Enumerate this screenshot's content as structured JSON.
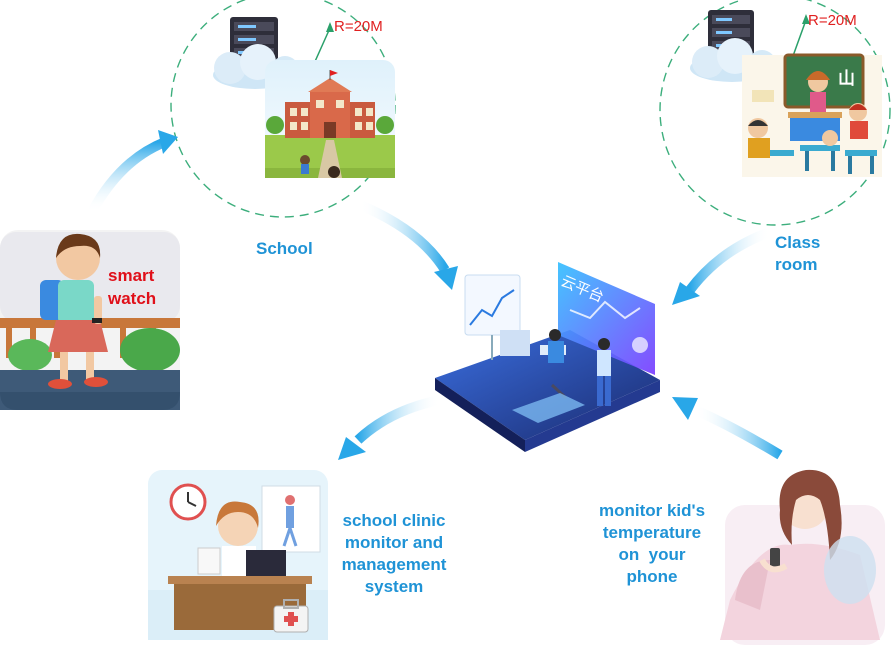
{
  "labels": {
    "radius_school": "R=20M",
    "radius_classroom": "R=20M",
    "school": "School",
    "classroom_line1": "Class",
    "classroom_line2": "room",
    "smart_watch_line1": "smart",
    "smart_watch_line2": "watch",
    "clinic_line1": "school clinic",
    "clinic_line2": "monitor and",
    "clinic_line3": "management",
    "clinic_line4": "system",
    "phone_line1": "monitor kid's",
    "phone_line2": "temperature",
    "phone_line3": "on  your",
    "phone_line4": "phone",
    "cloud_platform": "云平台",
    "blackboard_char": "山"
  },
  "colors": {
    "label_blue": "#1f93d6",
    "label_red": "#e0101a",
    "radius_green": "#2aa06a",
    "arrow_blue": "#29a7e8",
    "platform_dark": "#1a2a6e"
  },
  "icons": [
    "server-icon",
    "cloud-icon",
    "school-building-icon",
    "classroom-icon",
    "walking-child-icon",
    "doctor-icon",
    "mother-phone-icon",
    "cloud-platform-icon",
    "clock-icon",
    "medical-kit-icon"
  ]
}
